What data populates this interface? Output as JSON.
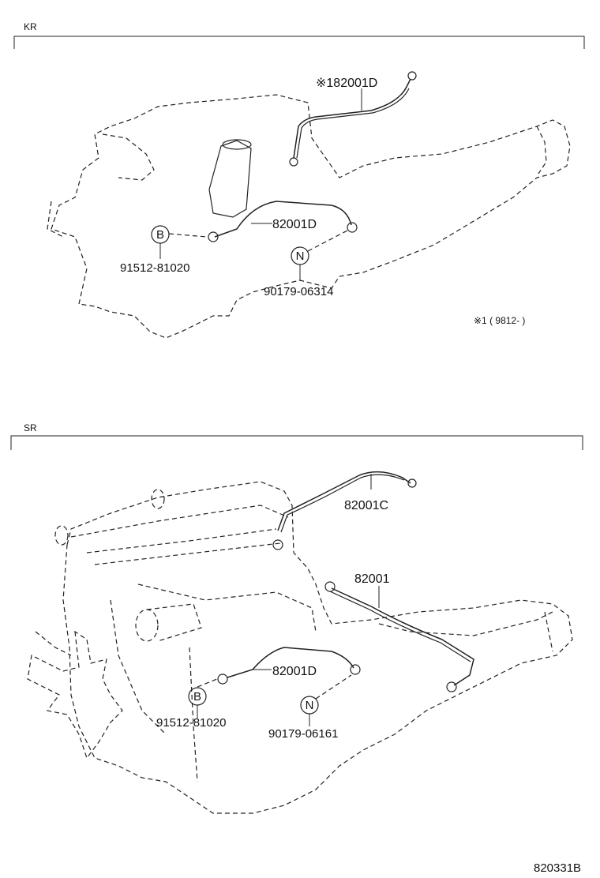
{
  "sections": {
    "kr": {
      "title": "KR",
      "parts": {
        "top_cable": "※182001D",
        "mid_cable": "82001D",
        "bolt_marker": "B",
        "bolt_part": "91512-81020",
        "nut_marker": "N",
        "nut_part": "90179-06314"
      },
      "note": "※1 ( 9812-      )"
    },
    "sr": {
      "title": "SR",
      "parts": {
        "top_cable": "82001C",
        "long_cable": "82001",
        "mid_cable": "82001D",
        "bolt_marker": "B",
        "bolt_part": "91512-81020",
        "nut_marker": "N",
        "nut_part": "90179-06161"
      }
    }
  },
  "figure_id": "820331B"
}
